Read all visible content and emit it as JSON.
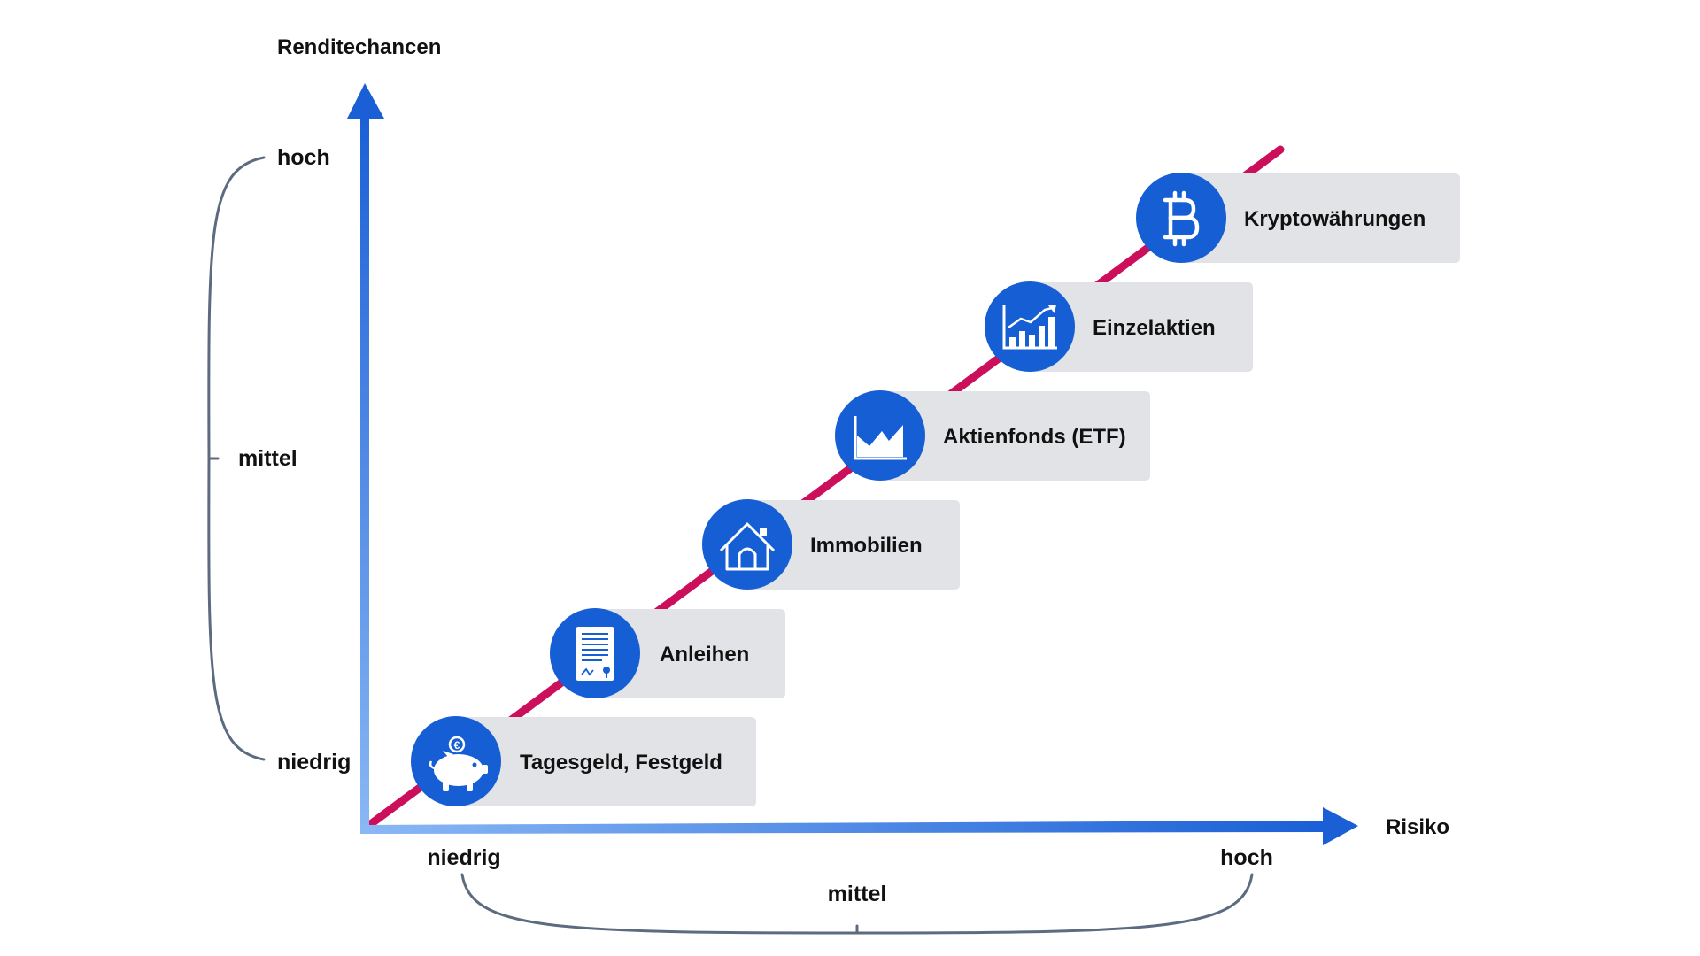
{
  "y_axis": {
    "title": "Renditechancen",
    "levels": {
      "high": "hoch",
      "mid": "mittel",
      "low": "niedrig"
    }
  },
  "x_axis": {
    "title": "Risiko",
    "levels": {
      "low": "niedrig",
      "mid": "mittel",
      "high": "hoch"
    }
  },
  "investments": [
    {
      "label": "Tagesgeld, Festgeld",
      "icon": "piggy-bank-euro-icon"
    },
    {
      "label": "Anleihen",
      "icon": "bond-document-icon"
    },
    {
      "label": "Immobilien",
      "icon": "house-icon"
    },
    {
      "label": "Aktienfonds (ETF)",
      "icon": "area-chart-icon"
    },
    {
      "label": "Einzelaktien",
      "icon": "bar-chart-growth-icon"
    },
    {
      "label": "Kryptowährungen",
      "icon": "bitcoin-icon"
    }
  ],
  "colors": {
    "axis_blue": "#1a5fd6",
    "axis_light": "#8ab8f5",
    "trend_line": "#cc0f5a",
    "icon_circle": "#155ed4",
    "label_box": "#e1e3e6",
    "bracket": "#5c6b7f"
  }
}
